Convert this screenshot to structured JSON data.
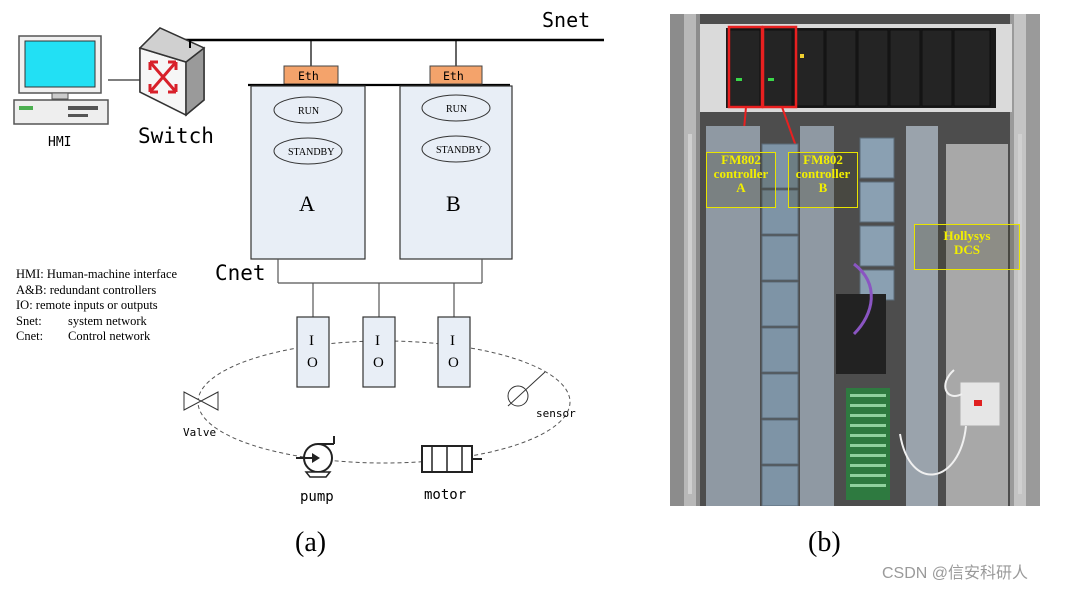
{
  "diagram": {
    "snet_label": "Snet",
    "switch_label": "Switch",
    "hmi_label": "HMI",
    "eth_label": "Eth",
    "run_label": "RUN",
    "standby_label": "STANDBY",
    "controller_a": "A",
    "controller_b": "B",
    "cnet_label": "Cnet",
    "io_label": [
      "I",
      "O"
    ],
    "valve_label": "Valve",
    "sensor_label": "sensor",
    "pump_label": "pump",
    "motor_label": "motor"
  },
  "legend": [
    {
      "key": "HMI:",
      "text": "Human-machine interface"
    },
    {
      "key": "A&B:",
      "text": "redundant controllers"
    },
    {
      "key": "IO:",
      "text": "remote inputs or outputs"
    },
    {
      "key": "Snet:",
      "text": "system network"
    },
    {
      "key": "Cnet:",
      "text": "Control network"
    }
  ],
  "captions": {
    "a": "(a)",
    "b": "(b)"
  },
  "photo": {
    "label_a": [
      "FM802",
      "controller",
      "A"
    ],
    "label_b": [
      "FM802",
      "controller",
      "B"
    ],
    "label_dcs": [
      "Hollysys",
      "DCS"
    ]
  },
  "watermark": "CSDN @信安科研人",
  "colors": {
    "eth": "#f4a36b",
    "controller": "#e8eef6",
    "highlight": "#e82020",
    "photo_label": "#f2ef00"
  }
}
